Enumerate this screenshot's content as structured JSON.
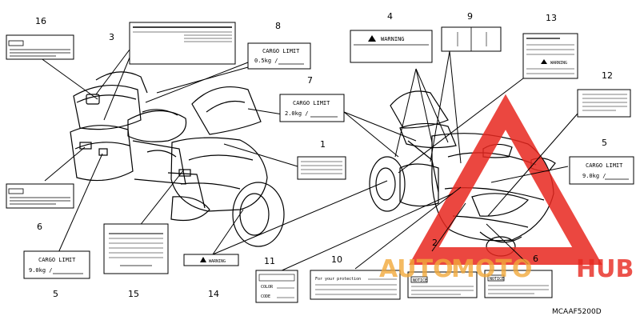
{
  "callouts": {
    "c1": "1",
    "c2": "2",
    "c3": "3",
    "c4": "4",
    "c5a": "5",
    "c5b": "5",
    "c6a": "6",
    "c6b": "6",
    "c7": "7",
    "c8": "8",
    "c9": "9",
    "c10": "10",
    "c11": "11",
    "c12": "12",
    "c13": "13",
    "c14": "14",
    "c15": "15",
    "c16": "16"
  },
  "labels": {
    "cargo_limit": "CARGO LIMIT",
    "cargo_8": "0.5kg  /",
    "cargo_7": "2.0kg  /",
    "cargo_5a": "9.0kg  /",
    "cargo_5b": "9.0kg  /",
    "warning": "WARNING",
    "protection": "For your protection",
    "notice": "NOTICE",
    "color": "COLOR",
    "code": "CODE"
  },
  "watermark": {
    "text_a": "AUTO",
    "text_b": "MOTO",
    "text_c": "HUB"
  },
  "diagram_code": "MCAAF5200D",
  "colors": {
    "watermark_red": "#e8271f",
    "watermark_orange": "#f2a93b"
  }
}
